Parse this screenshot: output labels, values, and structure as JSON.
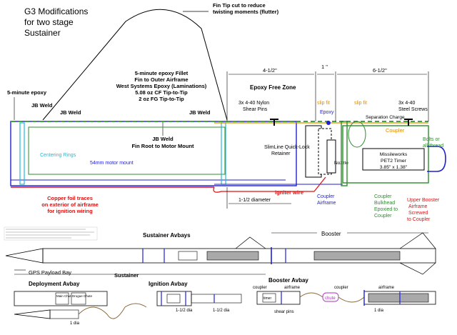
{
  "title": {
    "line1": "G3 Modifications",
    "line2": "for two stage",
    "line3": "Sustainer"
  },
  "labels": {
    "fin_tip_1": "Fin Tip cut to reduce",
    "fin_tip_2": "twisting moments (flutter)",
    "five_min_epoxy": "5-minute epoxy",
    "fillet_1": "5-minute epoxy Fillet",
    "fillet_2": "Fin to Outer Airframe",
    "fillet_3": "West Systems Epoxy (Laminations)",
    "fillet_4": "5.08 oz CF Tip-to-Tip",
    "fillet_5": "2 oz FG Tip-to-Tip",
    "jb_weld_a": "JB Weld",
    "jb_weld_b": "JB Weld",
    "jb_weld_c": "JB Weld",
    "jb_weld_center": "JB Weld",
    "fin_root": "Fin Root to Motor Mount",
    "centering_rings": "Centering Rings",
    "motor_mount": "54mm motor mount",
    "copper_1": "Copper foil traces",
    "copper_2": "on exterior of airframe",
    "copper_3": "for ignition wiring",
    "dim_4_5": "4-1/2\"",
    "dim_1": "1 \"",
    "dim_6_5": "6-1/2\"",
    "epoxy_free": "Epoxy Free Zone",
    "nylon_1": "3x 4-40 Nylon",
    "nylon_2": "Shear Pins",
    "slip_fit_1": "slip fit",
    "slip_fit_2": "slip fit",
    "epoxy": "Epoxy",
    "steel_1": "3x 4-40",
    "steel_2": "Steel Screws",
    "separation": "Separation Charge",
    "coupler_label": "Coupler",
    "bolts_1": "Bolts or",
    "bolts_2": "all-thread",
    "slimline_1": "SlimLine Quick-Lock",
    "slimline_2": "Retainer",
    "timer_1": "Missileworks",
    "timer_2": "PET2 Timer",
    "timer_3": "3.85\" x 1.38\"",
    "nozzle": "Nozzle",
    "igniter": "igniter wire",
    "dia_1_5": "1-1/2 diameter",
    "coupler_airframe_1": "Coupler",
    "coupler_airframe_2": "Airframe",
    "bulkhead_1": "Coupler",
    "bulkhead_2": "Bulkhead",
    "bulkhead_3": "Epoxied to",
    "bulkhead_4": "Coupler",
    "upper_1": "Upper Booster",
    "upper_2": "Airframe",
    "upper_3": "Screwed",
    "upper_4": "to Coupler",
    "sustainer_avbays": "Sustainer Avbays",
    "booster": "Booster",
    "gps_bay": "GPS Payload Bay",
    "sustainer": "Sustainer",
    "booster_avbay": "Booster Avbay",
    "deployment_avbay": "Deployment Avbay",
    "ignition_avbay": "Ignition Avbay",
    "coupler_small_1": "coupler",
    "airframe_small_1": "airframe",
    "coupler_small_2": "coupler",
    "airframe_small_2": "airframe",
    "shear_pins": "shear pins",
    "chute": "chute",
    "main_chute": "Main Chute",
    "drogue_chute": "Drogue Chute",
    "dia_small_1": "1-1/2 dia",
    "dia_small_2": "1-1/2 dia",
    "dia_small_3": "1 dia",
    "dia_small_4": "1 dia",
    "timer_small": "timer"
  },
  "colors": {
    "blue": "#1f1fd6",
    "green": "#2e8b2e",
    "dashed_green": "#3fa33f",
    "red": "#e01010",
    "cyan": "#23b8d8",
    "orange": "#e08a00",
    "purple": "#b030c0",
    "brown": "#8a6a3a",
    "gray_fill": "#a9a9a9"
  }
}
